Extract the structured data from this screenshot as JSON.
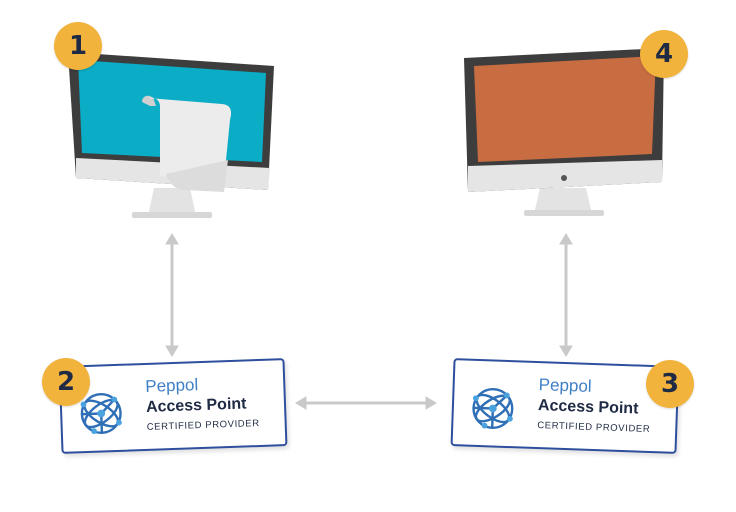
{
  "colors": {
    "badge": "#f2b33d",
    "screen_left": "#0aacc6",
    "screen_right": "#c86d42",
    "card_border": "#2e4f9e",
    "brand_blue": "#3f7fc7",
    "arrow": "#c9c9c9"
  },
  "steps": {
    "one": "1",
    "two": "2",
    "three": "3",
    "four": "4"
  },
  "cards": [
    {
      "brand": "Peppol",
      "title": "Access Point",
      "subtitle": "CERTIFIED PROVIDER",
      "icon": "peppol-globe-icon"
    },
    {
      "brand": "Peppol",
      "title": "Access Point",
      "subtitle": "CERTIFIED PROVIDER",
      "icon": "peppol-globe-icon"
    }
  ],
  "icons": {
    "sender_monitor": "monitor-icon",
    "document": "document-icon",
    "receiver_monitor": "monitor-icon",
    "arrows": "double-arrow-icon"
  }
}
